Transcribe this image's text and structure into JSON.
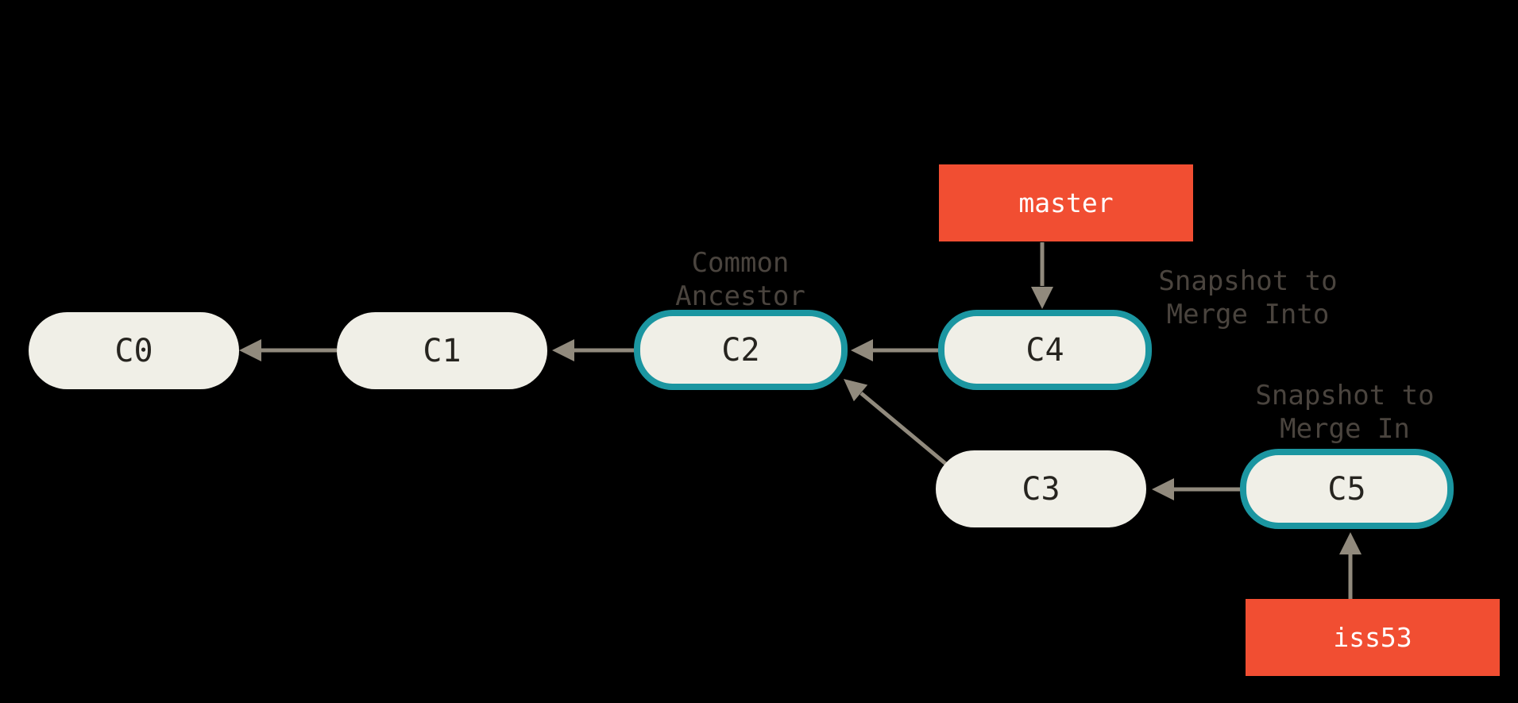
{
  "diagram": {
    "commits": [
      {
        "id": "c0",
        "label": "C0",
        "highlighted": false
      },
      {
        "id": "c1",
        "label": "C1",
        "highlighted": false
      },
      {
        "id": "c2",
        "label": "C2",
        "highlighted": true
      },
      {
        "id": "c3",
        "label": "C3",
        "highlighted": false
      },
      {
        "id": "c4",
        "label": "C4",
        "highlighted": true
      },
      {
        "id": "c5",
        "label": "C5",
        "highlighted": true
      }
    ],
    "branches": [
      {
        "id": "master",
        "label": "master"
      },
      {
        "id": "iss53",
        "label": "iss53"
      }
    ],
    "annotations": [
      {
        "id": "common-ancestor",
        "line1": "Common",
        "line2": "Ancestor"
      },
      {
        "id": "snapshot-merge-into",
        "line1": "Snapshot to",
        "line2": "Merge Into"
      },
      {
        "id": "snapshot-merge-in",
        "line1": "Snapshot to",
        "line2": "Merge In"
      }
    ],
    "edges": [
      {
        "from": "C1",
        "to": "C0"
      },
      {
        "from": "C2",
        "to": "C1"
      },
      {
        "from": "C4",
        "to": "C2"
      },
      {
        "from": "C3",
        "to": "C2"
      },
      {
        "from": "C5",
        "to": "C3"
      },
      {
        "from": "master",
        "to": "C4"
      },
      {
        "from": "iss53",
        "to": "C5"
      }
    ],
    "colors": {
      "background": "#000000",
      "commit_fill": "#F0EFE7",
      "commit_text": "#26241F",
      "highlight_border": "#1B96A1",
      "branch_fill": "#F14E32",
      "branch_text": "#FFFFFF",
      "arrow": "#918A7D",
      "annotation_text": "#4A443E"
    }
  }
}
